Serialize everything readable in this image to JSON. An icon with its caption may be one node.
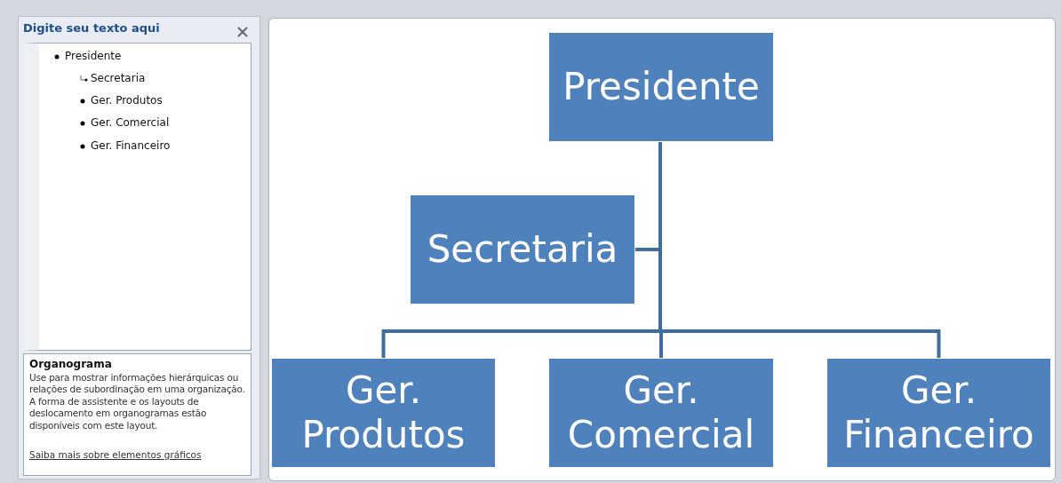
{
  "diagram": {
    "nodes": [
      {
        "text": [
          "Presidente"
        ]
      },
      {
        "text": [
          "Secretaria"
        ]
      },
      {
        "text": [
          "Ger. Produtos"
        ]
      },
      {
        "text": [
          "Ger. Comercial"
        ]
      },
      {
        "text": [
          "Ger. Financeiro"
        ]
      }
    ],
    "edges": [
      {
        "from": 0,
        "to": 1,
        "arrow": "none"
      },
      {
        "from": 0,
        "to": 2,
        "arrow": "none"
      },
      {
        "from": 0,
        "to": 3,
        "arrow": "none"
      },
      {
        "from": 0,
        "to": 4,
        "arrow": "none"
      }
    ],
    "labels": [
      "Digite seu texto aqui",
      "Presidente",
      "Secretaria",
      "Ger. Produtos",
      "Ger. Comercial",
      "Ger. Financeiro",
      "Organograma",
      "Use para mostrar informações hierárquicas ou relações de subordinação em uma organização. A forma de assistente e os layouts de deslocamento em organogramas estão disponíveis com este layout.",
      "Saiba mais sobre elementos gráficos"
    ]
  }
}
